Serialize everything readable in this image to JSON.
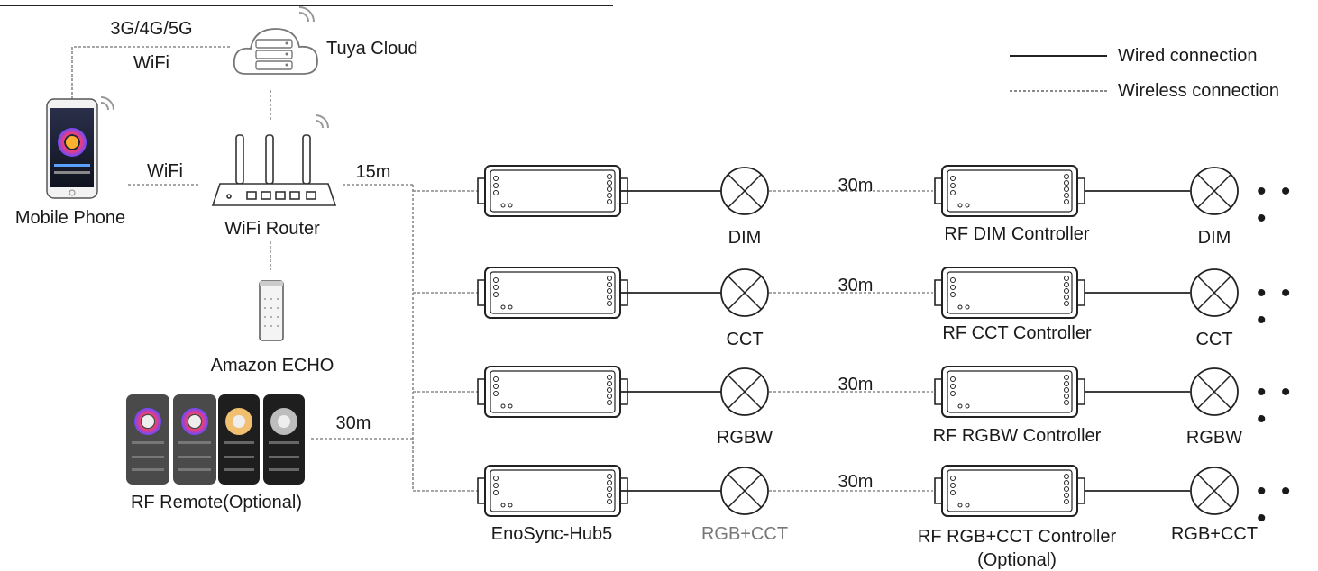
{
  "legend": {
    "wired": "Wired connection",
    "wireless": "Wireless connection"
  },
  "nodes": {
    "mobile_phone": "Mobile Phone",
    "tuya_cloud": "Tuya Cloud",
    "wifi_router": "WiFi Router",
    "amazon_echo": "Amazon ECHO",
    "rf_remote": "RF Remote(Optional)",
    "hub": "EnoSync-Hub5"
  },
  "links": {
    "cellular": "3G/4G/5G",
    "wifi_cloud": "WiFi",
    "wifi_phone": "WiFi",
    "router_distance": "15m",
    "remote_distance": "30m"
  },
  "rows": [
    {
      "light": "DIM",
      "distance": "30m",
      "controller": "RF DIM Controller",
      "controller_note": "",
      "end_light": "DIM",
      "more": "• • •"
    },
    {
      "light": "CCT",
      "distance": "30m",
      "controller": "RF CCT Controller",
      "controller_note": "",
      "end_light": "CCT",
      "more": "• • •"
    },
    {
      "light": "RGBW",
      "distance": "30m",
      "controller": "RF RGBW Controller",
      "controller_note": "",
      "end_light": "RGBW",
      "more": "• • •"
    },
    {
      "light": "RGB+CCT",
      "distance": "30m",
      "controller": "RF RGB+CCT Controller",
      "controller_note": "(Optional)",
      "end_light": "RGB+CCT",
      "more": "• • •"
    }
  ],
  "colors": {
    "line": "#222222",
    "dashed": "#8a8a8a",
    "remote_gray": "#4a4a4a",
    "remote_black": "#1e1e1e"
  }
}
